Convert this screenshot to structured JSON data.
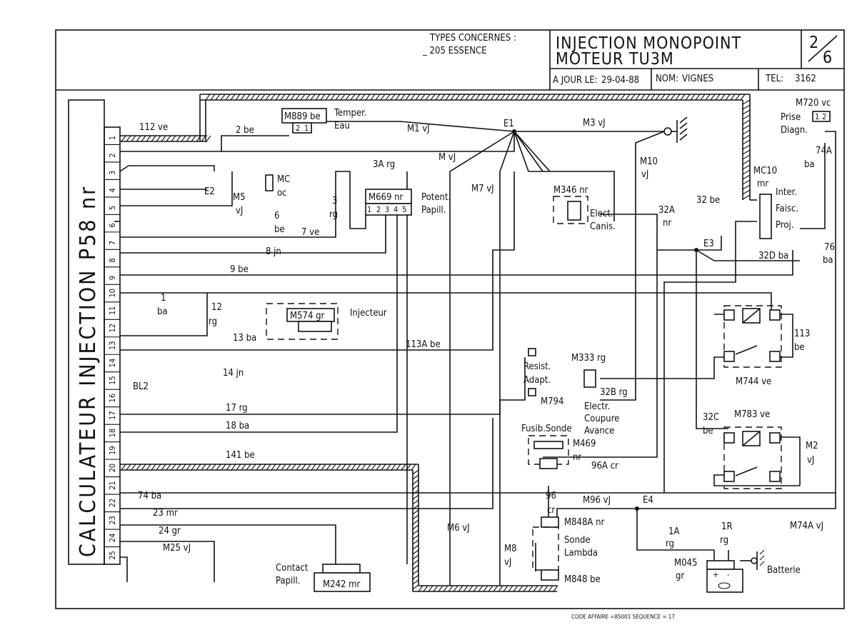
{
  "header": {
    "types_title": "TYPES CONCERNES :",
    "types_value": "_ 205 ESSENCE",
    "title_line1": "INJECTION MONOPOINT",
    "title_line2": "MOTEUR TU3M",
    "page_num": "2",
    "page_total": "6",
    "date_label": "A JOUR LE:",
    "date_value": "29-04-88",
    "name_label": "NOM:",
    "name_value": "VIGNES",
    "tel_label": "TEL:",
    "tel_value": "3162"
  },
  "calculator": {
    "label": "CALCULATEUR INJECTION P58 nr",
    "pins": [
      "1",
      "2",
      "3",
      "4",
      "5",
      "6",
      "7",
      "8",
      "9",
      "10",
      "11",
      "12",
      "13",
      "14",
      "15",
      "16",
      "17",
      "18",
      "19",
      "20",
      "21",
      "22",
      "23",
      "24",
      "25"
    ]
  },
  "wires": {
    "w112": "112 ve",
    "w2": "2 be",
    "w3A": "3A rg",
    "w5": "M5",
    "w5b": "vJ",
    "w6": "6",
    "w6b": "be",
    "w7": "7 ve",
    "w3": "3",
    "w3b": "rg",
    "w8": "8 jn",
    "w9": "9 be",
    "w1": "1",
    "w1b": "ba",
    "w12": "12",
    "w12b": "rg",
    "w13": "13 ba",
    "w14": "14 jn",
    "w17": "17 rg",
    "w18": "18 ba",
    "w141": "141 be",
    "w74": "74 ba",
    "w23": "23 mr",
    "w24": "24 gr",
    "w25": "M25 vJ",
    "wM1": "M1 vJ",
    "wM": "M vJ",
    "wM7": "M7 vJ",
    "wM3": "M3 vJ",
    "wM10": "M10",
    "wM10b": "vJ",
    "w32A": "32A",
    "w32Ab": "nr",
    "w32": "32 be",
    "w32D": "32D ba",
    "w76": "76",
    "w76b": "ba",
    "w74A": "74A",
    "w74Ab": "ba",
    "w113A": "113A be",
    "w113": "113",
    "w113b": "be",
    "w32B": "32B rg",
    "w32C": "32C",
    "w32Cb": "be",
    "wM2": "M2",
    "wM2b": "vJ",
    "w96A": "96A cr",
    "w96": "96",
    "w96b": "cr",
    "wM96": "M96 vJ",
    "wM6": "M6 vJ",
    "wM8": "M8",
    "wM8b": "vJ",
    "w1A": "1A",
    "w1Ab": "rg",
    "w1R": "1R",
    "w1Rb": "rg",
    "wM74A": "M74A vJ",
    "wBL2": "BL2"
  },
  "nodes": {
    "E1": "E1",
    "E2": "E2",
    "E3": "E3",
    "E4": "E4"
  },
  "components": {
    "m889": "M889 be",
    "m889_desc1": "Temper.",
    "m889_desc2": "Eau",
    "mc": "MC",
    "mc_b": "oc",
    "m669": "M669 nr",
    "m669_desc1": "Potent.",
    "m669_desc2": "Papill.",
    "m346": "M346 nr",
    "m346_desc1": "Elect.",
    "m346_desc2": "Canis.",
    "m720": "M720 vc",
    "m720_desc1": "Prise",
    "m720_desc2": "Diagn.",
    "mc10": "MC10",
    "mc10_b": "mr",
    "mc10_desc1": "Inter.",
    "mc10_desc2": "Faisc.",
    "mc10_desc3": "Proj.",
    "m574": "M574 gr",
    "m574_desc": "Injecteur",
    "m794_desc1": "Resist.",
    "m794_desc2": "Adapt.",
    "m794": "M794",
    "m333": "M333 rg",
    "m333_desc1": "Electr.",
    "m333_desc2": "Coupure",
    "m333_desc3": "Avance",
    "m744": "M744 ve",
    "m783": "M783 ve",
    "m469_desc": "Fusib.Sonde",
    "m469": "M469",
    "m469_b": "nr",
    "m848a": "M848A nr",
    "m848_desc1": "Sonde",
    "m848_desc2": "Lambda",
    "m848": "M848 be",
    "m242": "M242 mr",
    "m242_desc1": "Contact",
    "m242_desc2": "Papill.",
    "m045": "M045",
    "m045_b": "gr",
    "battery": "Batterie"
  },
  "footer": {
    "code": "CODE AFFAIRE =85001 SEQUENCE = 17"
  }
}
